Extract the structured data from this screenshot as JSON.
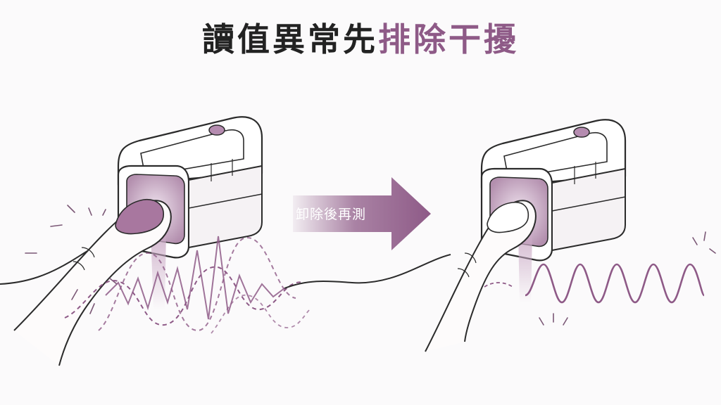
{
  "title": {
    "main": "讀值異常先",
    "accent": "排除干擾"
  },
  "arrow": {
    "label": "卸除後再測"
  },
  "colors": {
    "accent": "#8e5a87",
    "nail": "#a8779f",
    "device_window": "#cdb2c9",
    "title_dark": "#222222"
  },
  "panels": [
    {
      "state": "before",
      "signal": "noisy"
    },
    {
      "state": "after",
      "signal": "clean"
    }
  ]
}
